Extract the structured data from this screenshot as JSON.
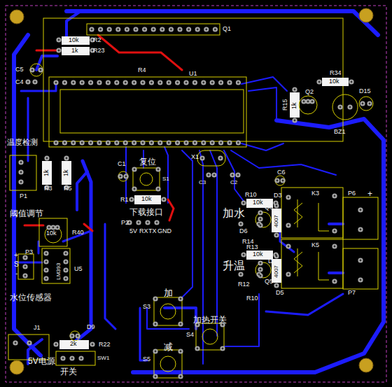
{
  "diagram": {
    "labels": [
      "Q1",
      "10k",
      "R2",
      "1k",
      "R23",
      "C5",
      "C4",
      "R4",
      "U1",
      "R34",
      "10k",
      "R15",
      "1k",
      "Q2",
      "D15",
      "BZ1",
      "温度检测",
      "C1",
      "复位",
      "X1",
      "C3",
      "C2",
      "C6",
      "1k",
      "1k",
      "P1",
      "R3",
      "R5",
      "S1",
      "R1",
      "10k",
      "下载接口",
      "P2",
      "5V",
      "RX",
      "TX",
      "GND",
      "R10",
      "10k",
      "D3",
      "K3",
      "P6",
      "+",
      "加水",
      "Q3",
      "4007",
      "D6",
      "R14",
      "阈值调节",
      "10k",
      "R40",
      "P3",
      "+",
      "S",
      "-",
      "LM393",
      "U5",
      "R13",
      "10k",
      "D7",
      "K5",
      "升温",
      "Q5",
      "4007",
      "R12",
      "R10",
      "D5",
      "P7",
      "水位传感器",
      "加",
      "S3",
      "加热开关",
      "S4",
      "J1",
      "D9",
      "2k",
      "R22",
      "5V电源",
      "SW1",
      "开关",
      "减",
      "S5"
    ]
  }
}
